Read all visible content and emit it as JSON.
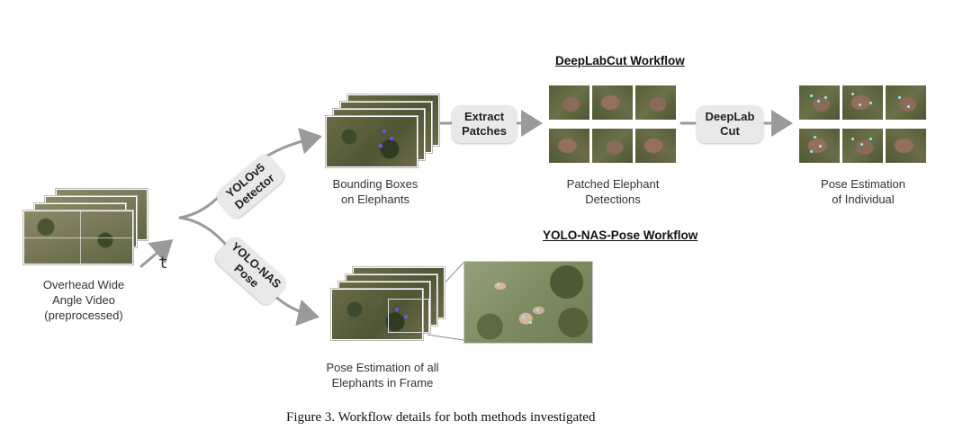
{
  "headings": {
    "deeplabcut": "DeepLabCut Workflow",
    "yolonas": "YOLO-NAS-Pose Workflow"
  },
  "labels": {
    "input_line1": "Overhead Wide",
    "input_line2": "Angle Video",
    "input_line3": "(preprocessed)",
    "time_axis": "t",
    "bbox_line1": "Bounding Boxes",
    "bbox_line2": "on Elephants",
    "patched_line1": "Patched Elephant",
    "patched_line2": "Detections",
    "pose_ind_line1": "Pose Estimation",
    "pose_ind_line2": "of Individual",
    "pose_all_line1": "Pose Estimation of all",
    "pose_all_line2": "Elephants in Frame"
  },
  "steps": {
    "yolov5_line1": "YOLOv5",
    "yolov5_line2": "Detector",
    "yolonas_line1": "YOLO-NAS",
    "yolonas_line2": "Pose",
    "extract_line1": "Extract",
    "extract_line2": "Patches",
    "deeplab_line1": "DeepLab",
    "deeplab_line2": "Cut"
  },
  "caption": "Figure 3. Workflow details for both methods investigated",
  "colors": {
    "arrow": "#9a9a9a",
    "pill_bg": "#e9e9e9",
    "keypoint": "#8ff3ff",
    "detection_dot": "#7a4dff"
  }
}
